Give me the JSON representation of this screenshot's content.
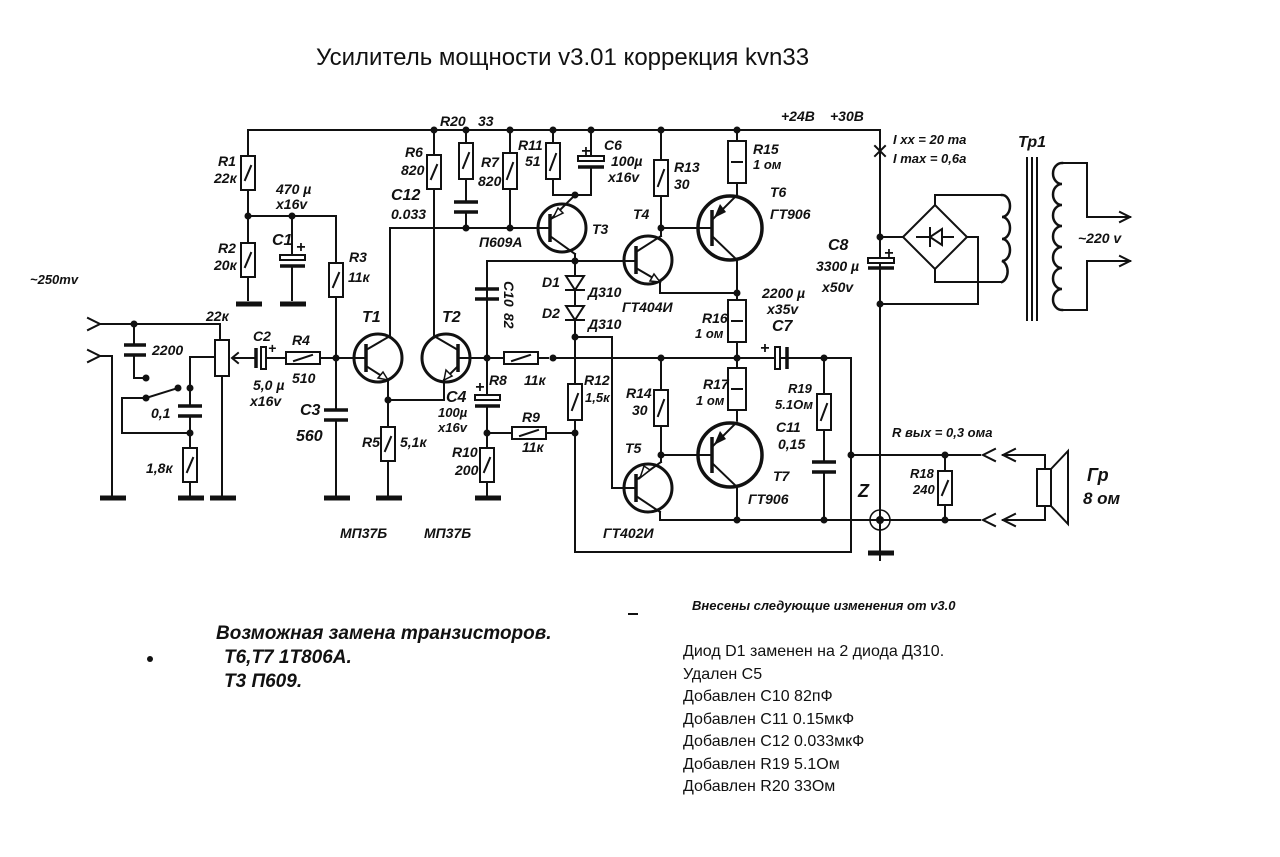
{
  "title": "Усилитель мощности  v3.01 коррекция kvn33",
  "supply": {
    "voltage_label_1": "+24В",
    "voltage_label_2": "+30В",
    "idle_current": "I xx = 20 ma",
    "max_current": "I max = 0,6a",
    "mains": "~220 v",
    "transformer": "Тр1"
  },
  "input": {
    "signal_level": "~250mv",
    "volume_pot": "22к",
    "tone_cap_1": "2200",
    "tone_cap_2": "0,1",
    "tone_res": "1,8к"
  },
  "components": {
    "R1": {
      "ref": "R1",
      "value": "22к"
    },
    "R2": {
      "ref": "R2",
      "value": "20к"
    },
    "R3": {
      "ref": "R3",
      "value": "11к"
    },
    "R4": {
      "ref": "R4",
      "value": "510"
    },
    "R5": {
      "ref": "R5",
      "value": "5,1к"
    },
    "R6": {
      "ref": "R6",
      "value": "820"
    },
    "R7": {
      "ref": "R7",
      "value": "820"
    },
    "R8": {
      "ref": "R8",
      "value": "11к"
    },
    "R9": {
      "ref": "R9",
      "value": "11к"
    },
    "R10": {
      "ref": "R10",
      "value": "200"
    },
    "R11": {
      "ref": "R11",
      "value": "51"
    },
    "R12": {
      "ref": "R12",
      "value": "1,5к"
    },
    "R13": {
      "ref": "R13",
      "value": "30"
    },
    "R14": {
      "ref": "R14",
      "value": "30"
    },
    "R15": {
      "ref": "R15",
      "value": "1 ом"
    },
    "R16": {
      "ref": "R16",
      "value": "1 ом"
    },
    "R17": {
      "ref": "R17",
      "value": "1 ом"
    },
    "R18": {
      "ref": "R18",
      "value": "240"
    },
    "R19": {
      "ref": "R19",
      "value": "5.1Ом"
    },
    "R20": {
      "ref": "R20",
      "value": "33"
    },
    "C1": {
      "ref": "C1",
      "value": "470 µ",
      "voltage": "x16v"
    },
    "C2": {
      "ref": "C2",
      "value": "5,0 µ",
      "voltage": "x16v"
    },
    "C3": {
      "ref": "C3",
      "value": "560"
    },
    "C4": {
      "ref": "C4",
      "value": "100µ",
      "voltage": "x16v"
    },
    "C6": {
      "ref": "C6",
      "value": "100µ",
      "voltage": "x16v"
    },
    "C7": {
      "ref": "C7",
      "value": "2200 µ",
      "voltage": "x35v"
    },
    "C8": {
      "ref": "C8",
      "value": "3300 µ",
      "voltage": "x50v"
    },
    "C10": {
      "ref": "C10",
      "value": "82"
    },
    "C11": {
      "ref": "C11",
      "value": "0,15"
    },
    "C12": {
      "ref": "C12",
      "value": "0.033"
    },
    "D1": {
      "ref": "D1",
      "value": "Д310"
    },
    "D2": {
      "ref": "D2",
      "value": "Д310"
    },
    "T1": {
      "ref": "T1",
      "type": "МП37Б"
    },
    "T2": {
      "ref": "T2",
      "type": "МП37Б"
    },
    "T3": {
      "ref": "T3",
      "type": "П609А"
    },
    "T4": {
      "ref": "T4",
      "type": "ГТ404И"
    },
    "T5": {
      "ref": "T5",
      "type": "ГТ402И"
    },
    "T6": {
      "ref": "T6",
      "type": "ГТ906"
    },
    "T7": {
      "ref": "T7",
      "type": "ГТ906"
    }
  },
  "output": {
    "output_resistance": "R вых = 0,3 ома",
    "ground_label": "Z",
    "speaker_ref": "Гр",
    "speaker_impedance": "8 ом"
  },
  "notes": {
    "heading": "Возможная замена транзисторов.",
    "lines": [
      "Т6,Т7 1Т806А.",
      "Т3   П609."
    ]
  },
  "changes": {
    "heading": "Внесены следующие изменения от v3.0",
    "items": [
      "Диод D1 заменен на 2 диода Д310.",
      "Удален С5",
      "Добавлен С10 82пФ",
      "Добавлен С11 0.15мкФ",
      "Добавлен С12 0.033мкФ",
      "Добавлен R19 5.1Ом",
      "Добавлен R20 33Ом"
    ]
  }
}
